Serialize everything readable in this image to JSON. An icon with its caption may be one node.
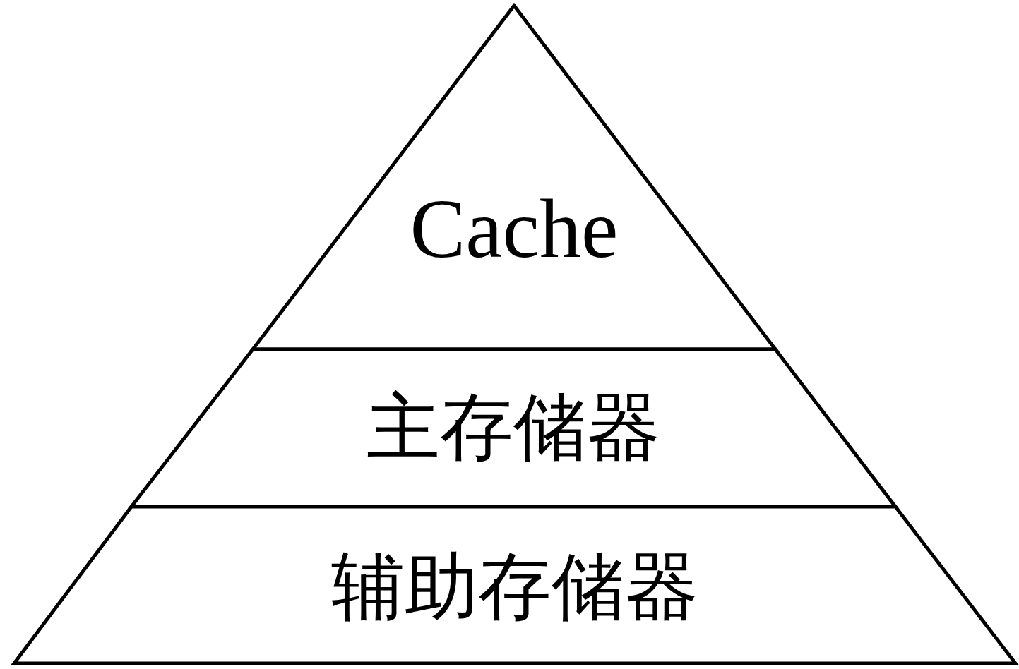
{
  "diagram": {
    "nodes": [
      {
        "text": [
          "Cache"
        ]
      },
      {
        "text": [
          "主存储器"
        ]
      },
      {
        "text": [
          "辅助存储器"
        ]
      }
    ]
  }
}
